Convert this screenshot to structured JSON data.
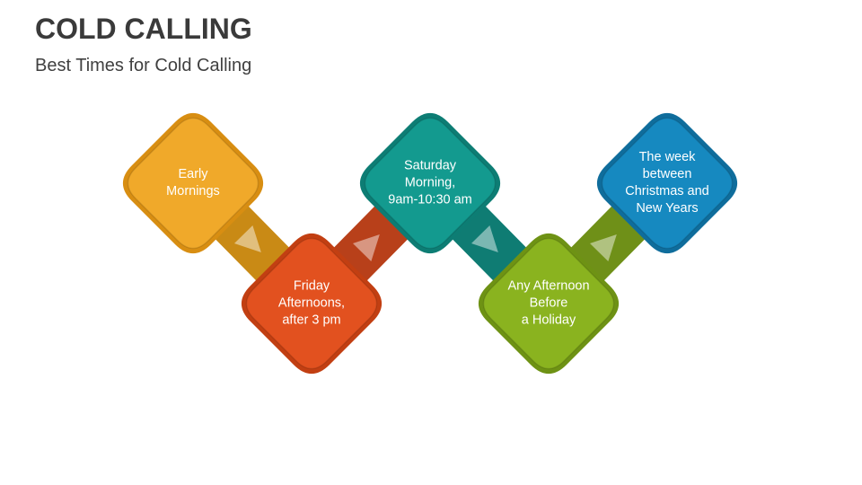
{
  "title": "COLD CALLING",
  "subtitle": "Best Times for Cold Calling",
  "nodes": [
    {
      "label": "Early\nMornings",
      "color": "#f0a92a",
      "dark": "#d88e12",
      "arrow": "#c98a15"
    },
    {
      "label": "Friday\nAfternoons,\nafter 3 pm",
      "color": "#e2511f",
      "dark": "#c23f12",
      "arrow": "#b8401a"
    },
    {
      "label": "Saturday\nMorning,\n9am-10:30 am",
      "color": "#139a8f",
      "dark": "#0d7d74",
      "arrow": "#0f7c73"
    },
    {
      "label": "Any Afternoon\nBefore\na Holiday",
      "color": "#8ab31f",
      "dark": "#6e9214",
      "arrow": "#6f9018"
    },
    {
      "label": "The week\nbetween\nChristmas and\nNew Years",
      "color": "#1689c0",
      "dark": "#0f6d9c",
      "arrow": "#0f6d9c"
    }
  ]
}
